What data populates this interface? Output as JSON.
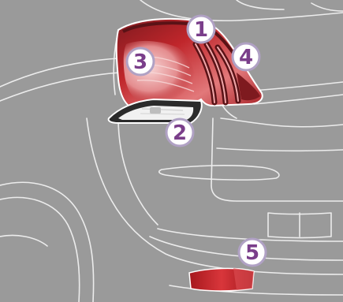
{
  "colors": {
    "background": "#9a9a9a",
    "outline": "#ececec",
    "callout_fill": "#ffffff",
    "callout_ring": "#b0a1c4",
    "callout_text": "#7a3e8a",
    "lamp_red": "#c0262b",
    "lamp_dark": "#5a1216",
    "lamp_light": "#f2c6c6",
    "reversing_white": "#f1f1f1"
  },
  "callouts": [
    {
      "id": "1",
      "label": "1",
      "target": "tail-lamp"
    },
    {
      "id": "2",
      "label": "2",
      "target": "reversing-lamp"
    },
    {
      "id": "3",
      "label": "3",
      "target": "brake-lamp"
    },
    {
      "id": "4",
      "label": "4",
      "target": "direction-indicator"
    },
    {
      "id": "5",
      "label": "5",
      "target": "rear-fog-lamp"
    }
  ]
}
